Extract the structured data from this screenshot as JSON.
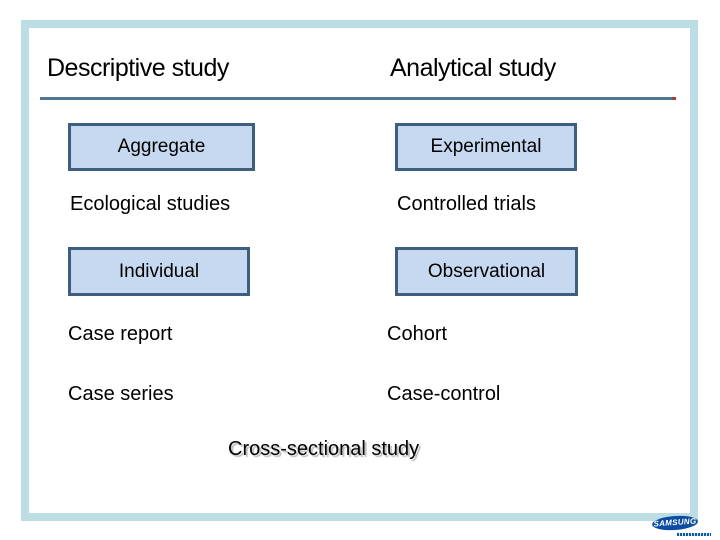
{
  "slide": {
    "columns": [
      {
        "header": "Descriptive study",
        "items": [
          {
            "label": "Aggregate",
            "boxed": true
          },
          {
            "label": "Ecological studies",
            "boxed": false
          },
          {
            "label": "Individual",
            "boxed": true
          },
          {
            "label": "Case report",
            "boxed": false
          },
          {
            "label": "Case series",
            "boxed": false
          }
        ]
      },
      {
        "header": "Analytical study",
        "items": [
          {
            "label": "Experimental",
            "boxed": true
          },
          {
            "label": "Controlled trials",
            "boxed": false
          },
          {
            "label": "Observational",
            "boxed": true
          },
          {
            "label": "Cohort",
            "boxed": false
          },
          {
            "label": "Case-control",
            "boxed": false
          }
        ]
      }
    ],
    "footer_label": "Cross-sectional study"
  },
  "logo": {
    "text": "SAMSUNG"
  },
  "colors": {
    "frame": "#bddde5",
    "box_fill": "#c6d9f0",
    "box_border": "#3e5e80",
    "divider": "#4f7693",
    "logo_blue": "#0c4da2"
  }
}
